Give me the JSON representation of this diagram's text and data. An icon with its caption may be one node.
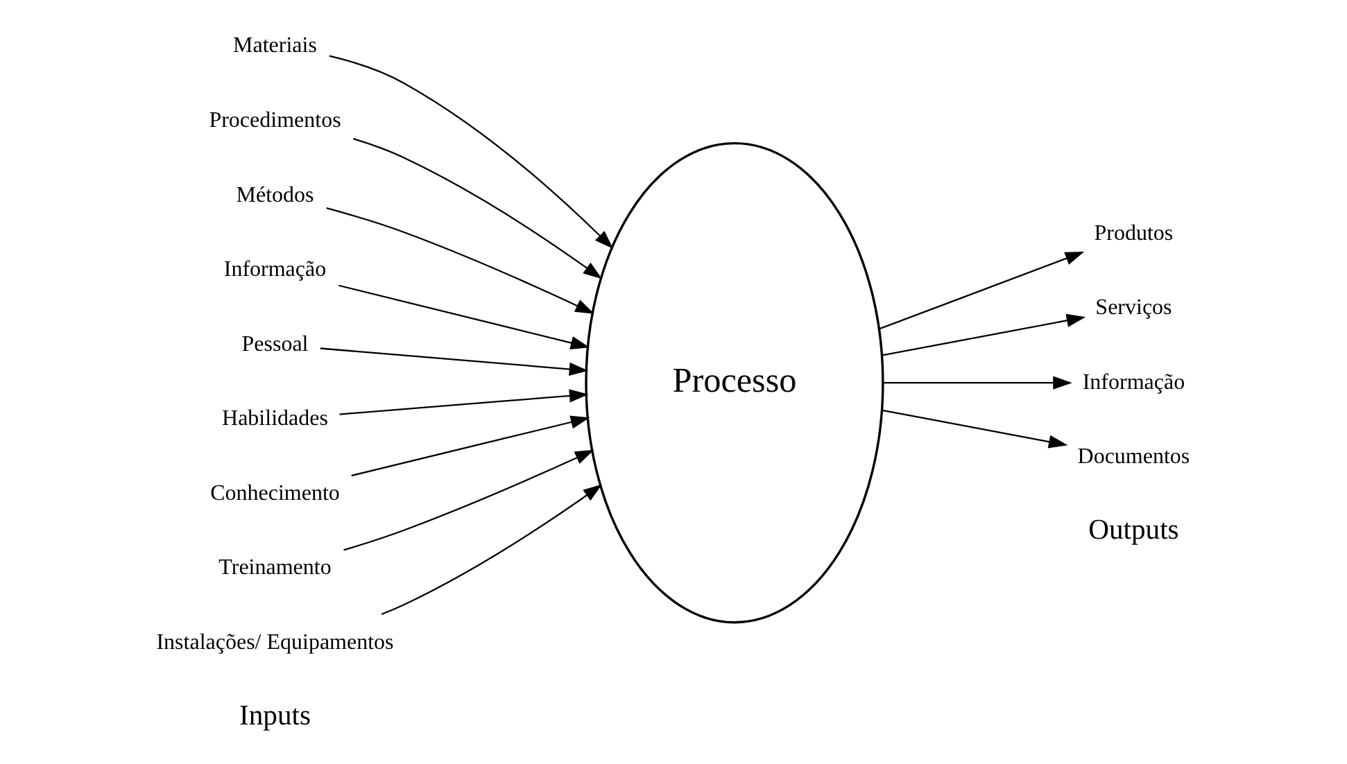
{
  "diagram": {
    "nodes": [
      {
        "text": [
          "Materiais"
        ]
      },
      {
        "text": [
          "Procedimentos"
        ]
      },
      {
        "text": [
          "Métodos"
        ]
      },
      {
        "text": [
          "Informação"
        ]
      },
      {
        "text": [
          "Pessoal"
        ]
      },
      {
        "text": [
          "Habilidades"
        ]
      },
      {
        "text": [
          "Conhecimento"
        ]
      },
      {
        "text": [
          "Treinamento"
        ]
      },
      {
        "text": [
          "Instalações/ Equipamentos"
        ]
      },
      {
        "text": [
          "Processo"
        ]
      },
      {
        "text": [
          "Produtos"
        ]
      },
      {
        "text": [
          "Serviços"
        ]
      },
      {
        "text": [
          "Informação"
        ]
      },
      {
        "text": [
          "Documentos"
        ]
      }
    ],
    "edges": [
      {
        "from": 0,
        "to": 9,
        "arrow": "to"
      },
      {
        "from": 1,
        "to": 9,
        "arrow": "to"
      },
      {
        "from": 2,
        "to": 9,
        "arrow": "to"
      },
      {
        "from": 3,
        "to": 9,
        "arrow": "to"
      },
      {
        "from": 4,
        "to": 9,
        "arrow": "to"
      },
      {
        "from": 5,
        "to": 9,
        "arrow": "to"
      },
      {
        "from": 6,
        "to": 9,
        "arrow": "to"
      },
      {
        "from": 7,
        "to": 9,
        "arrow": "to"
      },
      {
        "from": 8,
        "to": 9,
        "arrow": "to"
      },
      {
        "from": 9,
        "to": 10,
        "arrow": "to"
      },
      {
        "from": 9,
        "to": 11,
        "arrow": "to"
      },
      {
        "from": 9,
        "to": 12,
        "arrow": "to"
      },
      {
        "from": 9,
        "to": 13,
        "arrow": "to"
      }
    ],
    "labels": [
      "Inputs",
      "Outputs"
    ]
  }
}
